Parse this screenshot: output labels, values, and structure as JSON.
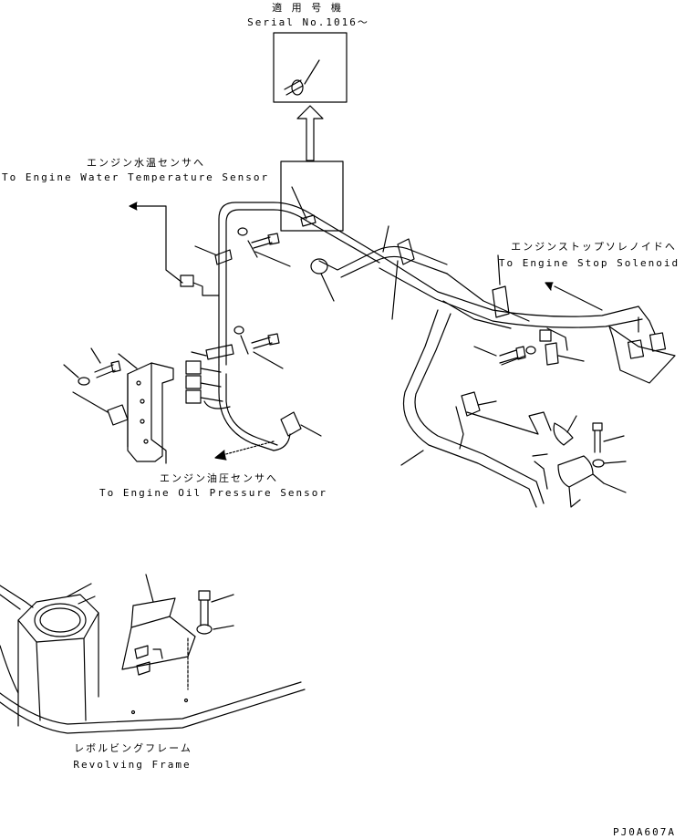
{
  "applicability": {
    "jp": "適 用 号 機",
    "en": "Serial No.1016～"
  },
  "labels": {
    "water_temp_jp": "エンジン水温センサへ",
    "water_temp_en": "To Engine Water Temperature Sensor",
    "stop_solenoid_jp": "エンジンストップソレノイドへ",
    "stop_solenoid_en": "To Engine Stop Solenoid",
    "oil_pressure_jp": "エンジン油圧センサへ",
    "oil_pressure_en": "To Engine Oil Pressure Sensor",
    "revolving_frame_jp": "レボルビングフレーム",
    "revolving_frame_en": "Revolving Frame"
  },
  "drawing_code": "PJ0A607A"
}
